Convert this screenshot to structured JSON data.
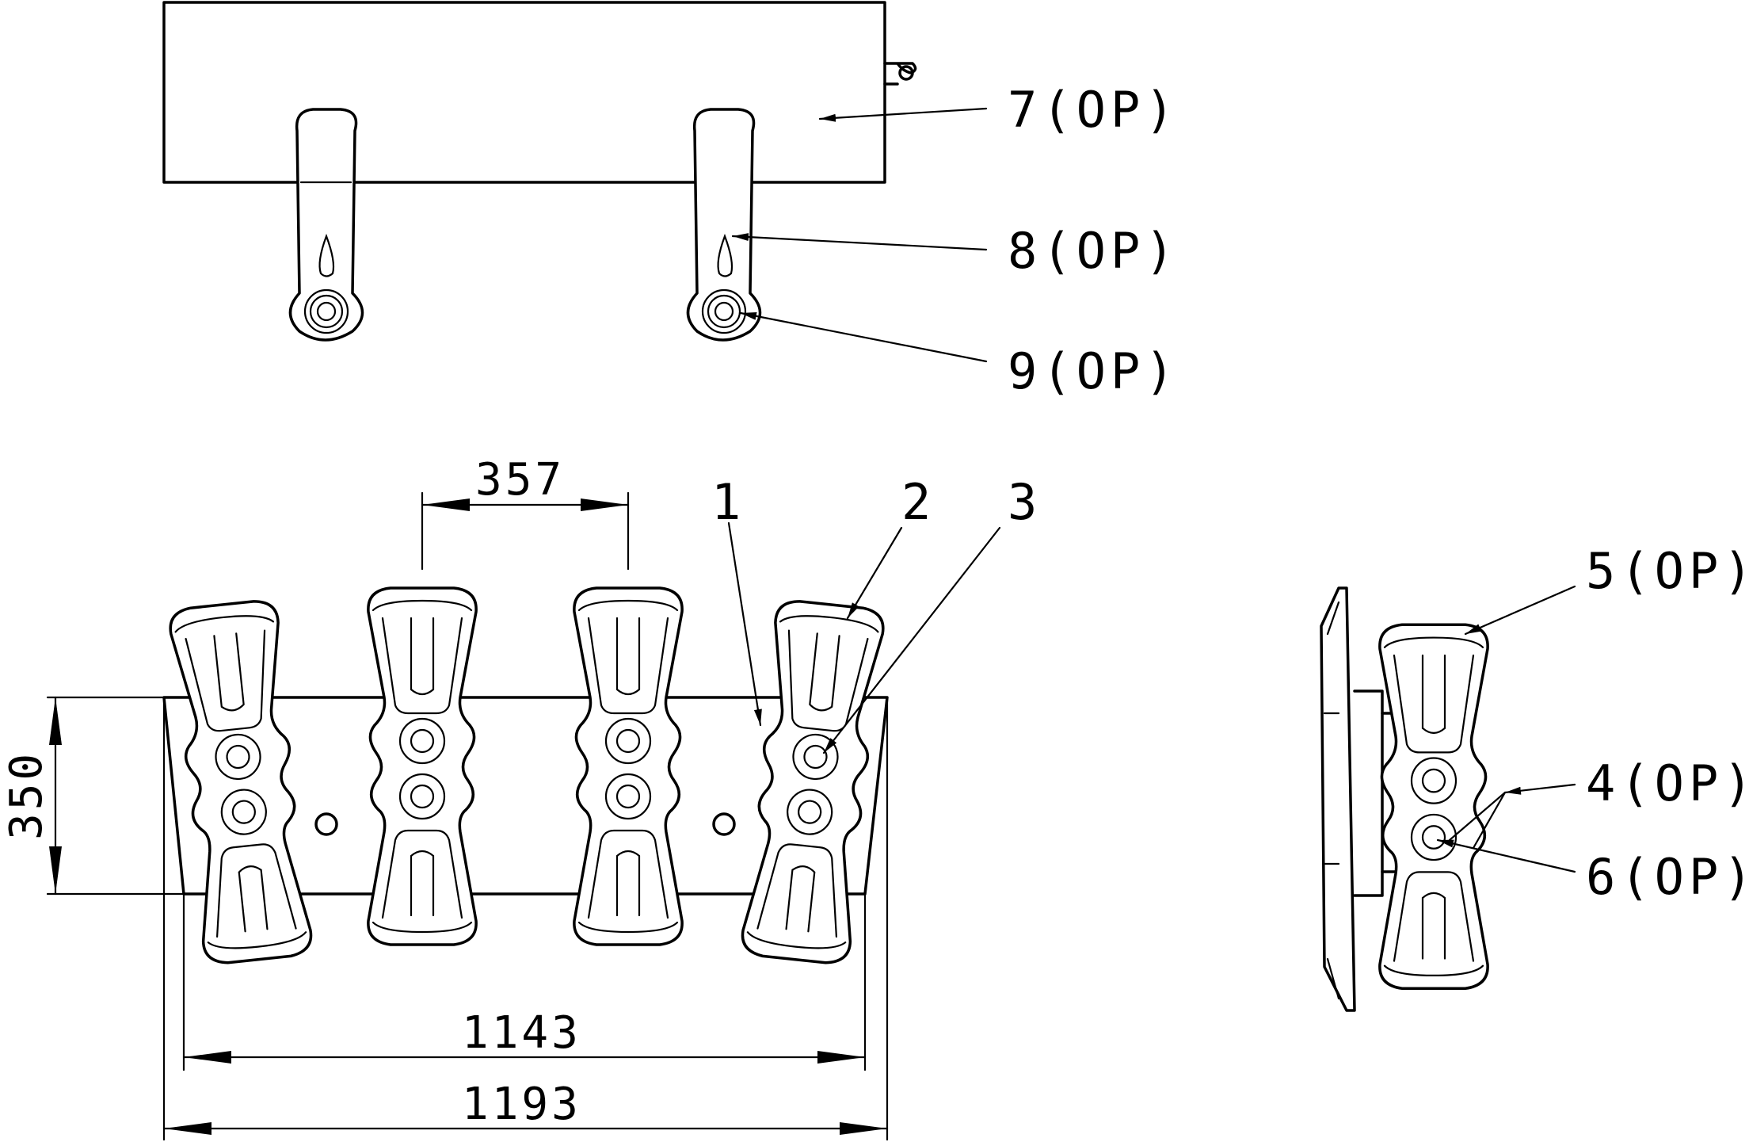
{
  "labels": {
    "op7": "7(OP)",
    "op8": "8(OP)",
    "op9": "9(OP)",
    "p1": "1",
    "p2": "2",
    "p3": "3",
    "op5": "5(OP)",
    "op4": "4(OP)",
    "op6": "6(OP)"
  },
  "dimensions": {
    "spacing": "357",
    "height": "350",
    "inner_width": "1143",
    "outer_width": "1193"
  }
}
